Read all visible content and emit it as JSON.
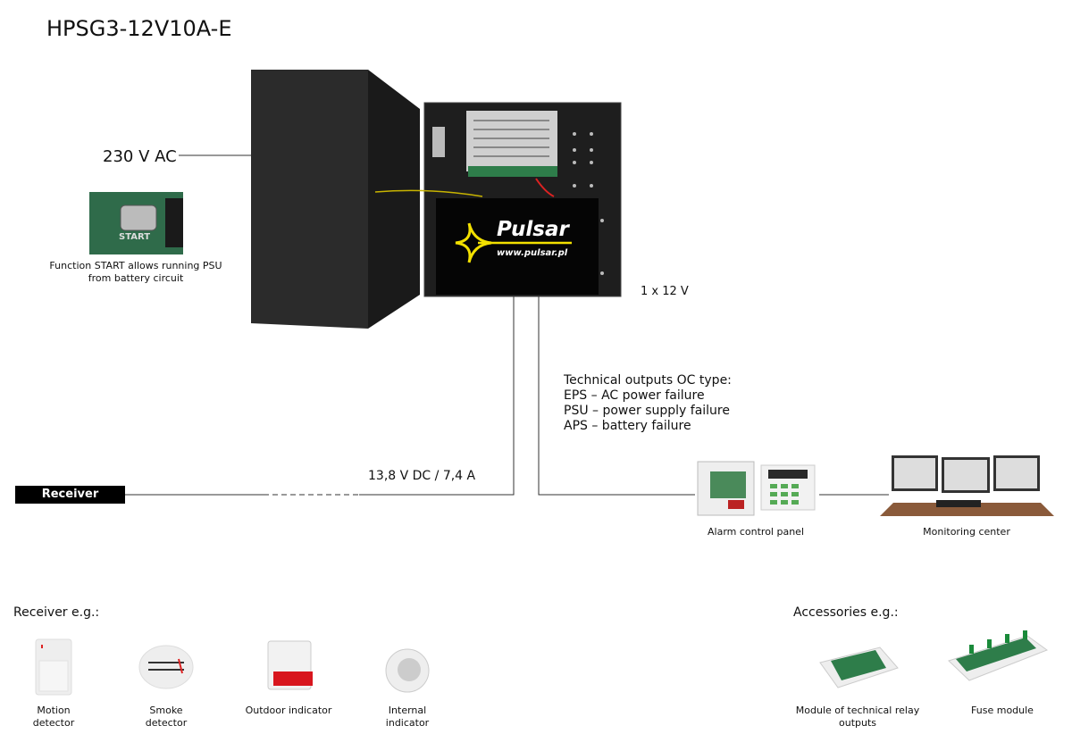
{
  "title": "HPSG3-12V10A-E",
  "input_label": "230 V AC",
  "start_caption": [
    "Function START allows running PSU",
    "from battery circuit"
  ],
  "start_button_text": "START",
  "output_label": "1 x 12 V",
  "tech_outputs": [
    "Technical outputs OC type:",
    "EPS – AC power failure",
    "PSU – power supply failure",
    "APS – battery failure"
  ],
  "dc_label": "13,8 V DC / 7,4 A",
  "receiver_label": "Receiver",
  "logo": {
    "brand": "Pulsar",
    "url": "www.pulsar.pl"
  },
  "alarm_panel": "Alarm control panel",
  "monitoring": "Monitoring center",
  "receivers_heading": "Receiver e.g.:",
  "receivers": [
    [
      "Motion",
      "detector"
    ],
    [
      "Smoke",
      "detector"
    ],
    [
      "Outdoor indicator",
      ""
    ],
    [
      "Internal",
      "indicator"
    ]
  ],
  "accessories_heading": "Accessories e.g.:",
  "accessories": [
    [
      "Module of technical relay",
      "outputs"
    ],
    [
      "Fuse module",
      ""
    ]
  ]
}
